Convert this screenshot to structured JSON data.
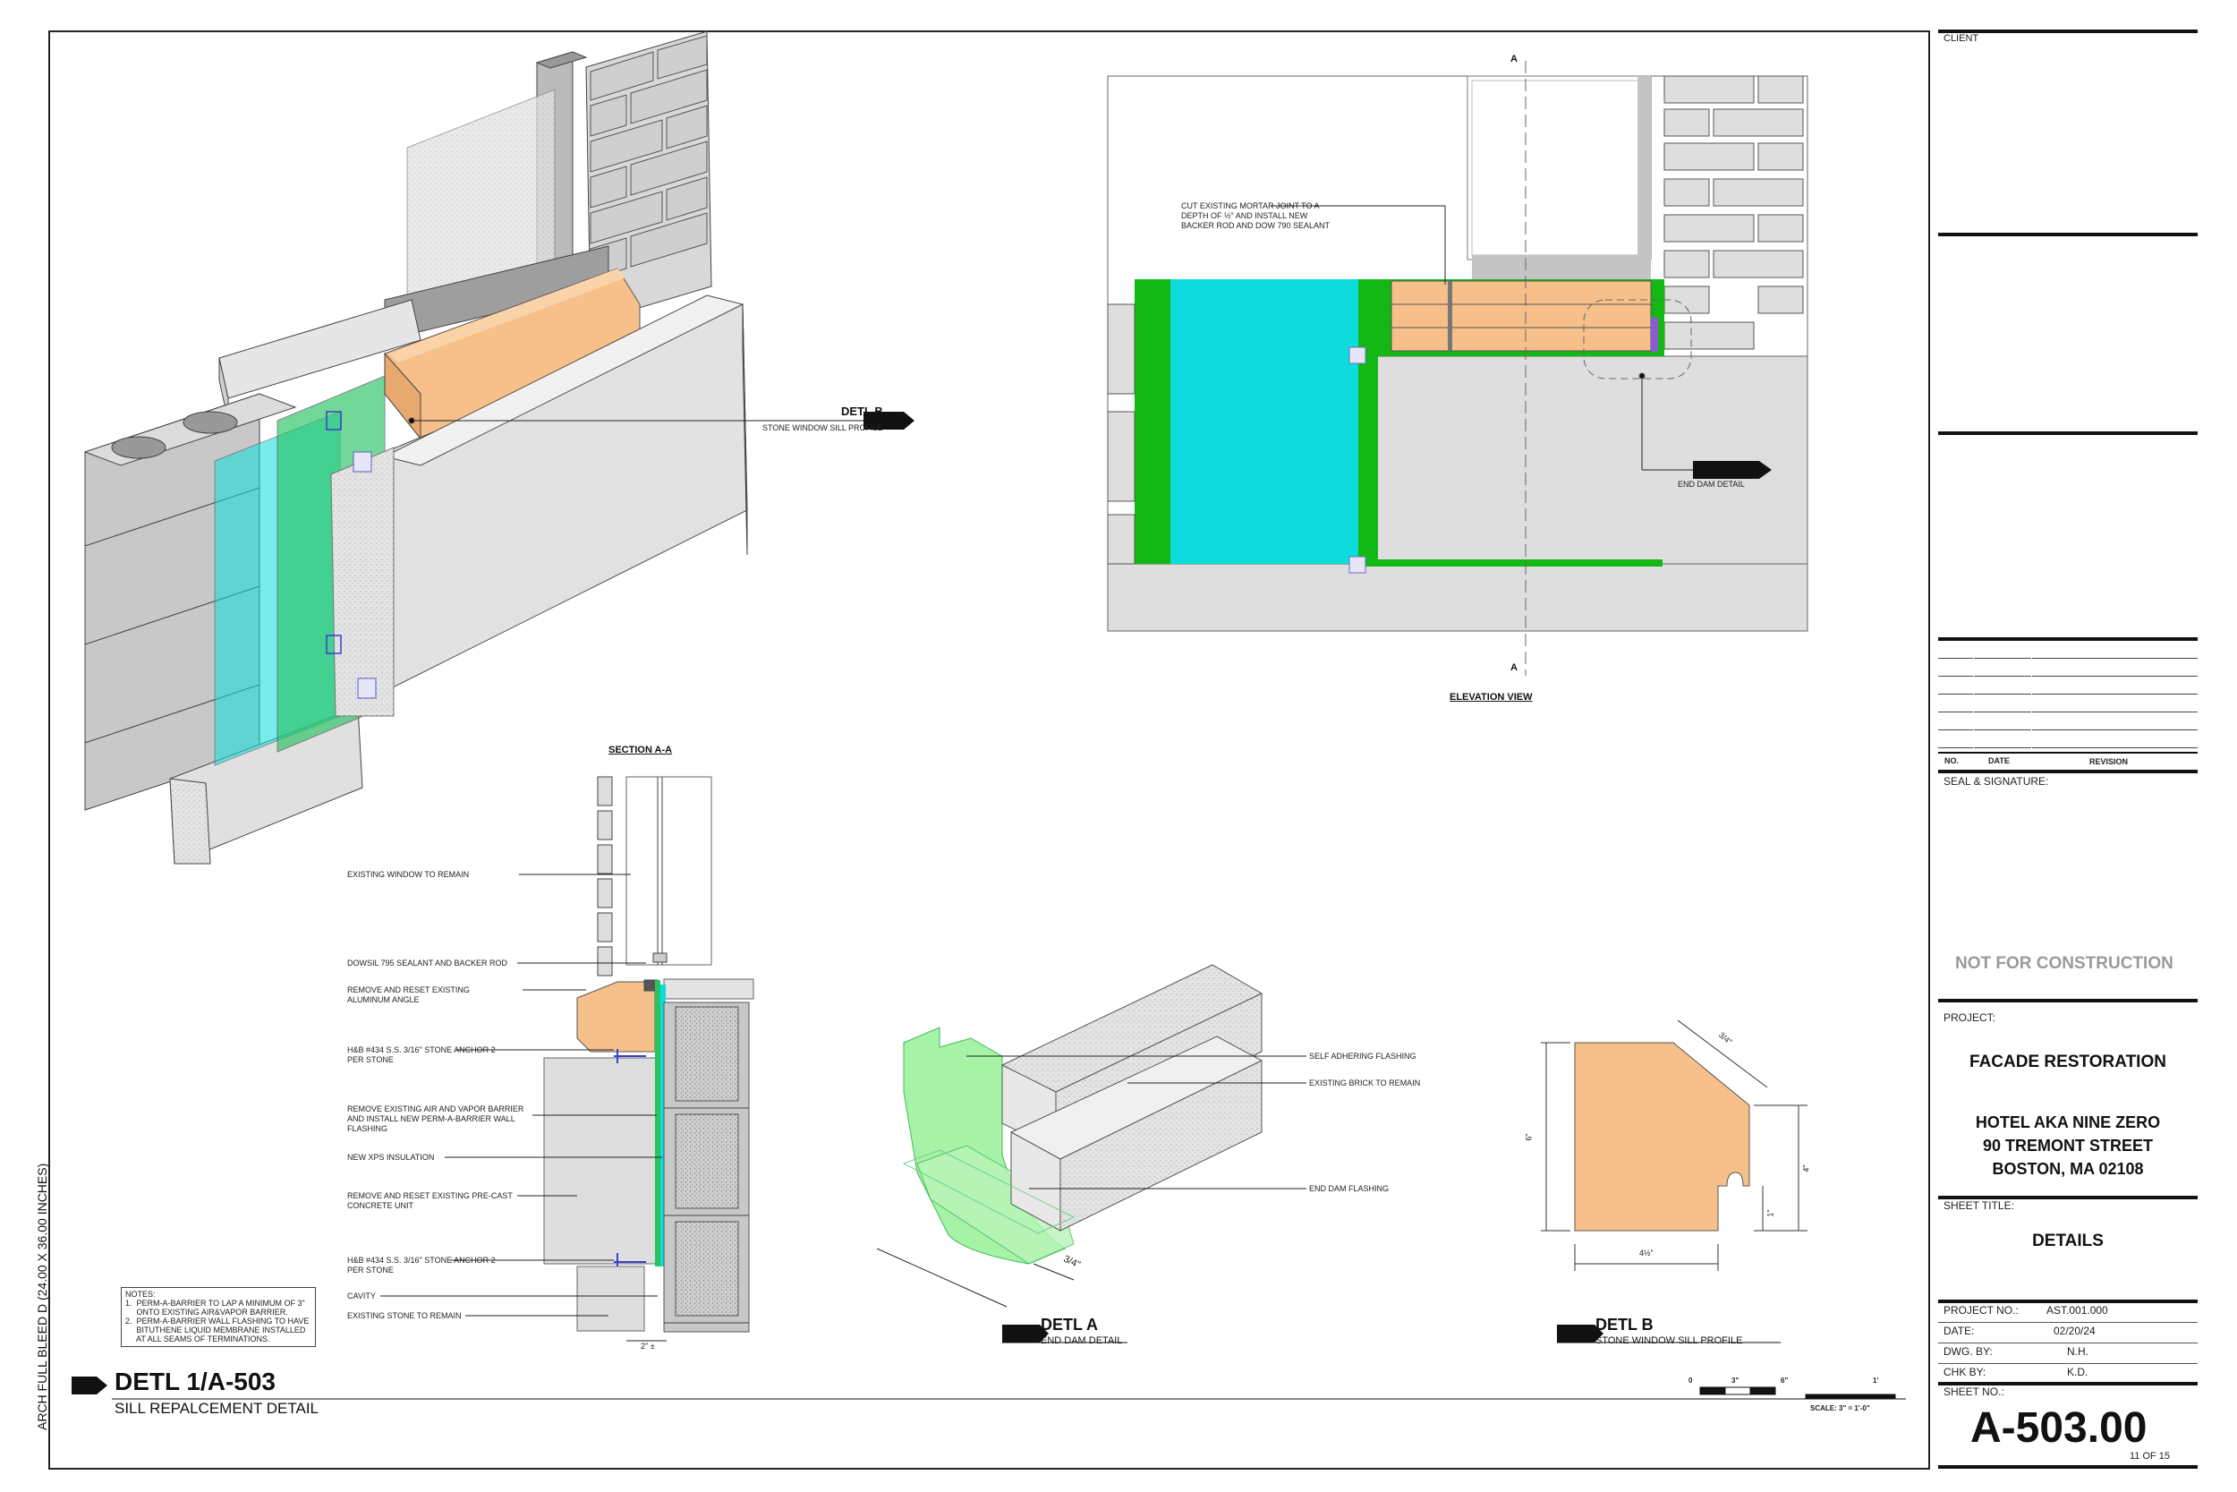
{
  "drawing": {
    "iso_callout": {
      "tag": "DETL B",
      "desc": "STONE WINDOW SILL PROFILE"
    },
    "elevation": {
      "section_marker_top": "A",
      "section_marker_bottom": "A",
      "note_cut_joint": "CUT EXISTING MORTAR JOINT TO A\nDEPTH OF ½\" AND INSTALL NEW\nBACKER ROD AND DOW 790 SEALANT",
      "callout_tag": "DETL A",
      "callout_desc": "END DAM DETAIL",
      "title": "ELEVATION VIEW"
    },
    "section": {
      "title": "SECTION A-A",
      "labels": [
        "EXISTING WINDOW TO REMAIN",
        "DOWSIL 795 SEALANT AND BACKER ROD",
        "REMOVE AND RESET EXISTING\nALUMINUM ANGLE",
        "H&B #434 S.S. 3/16\" STONE ANCHOR 2\nPER STONE",
        "REMOVE EXISTING AIR AND VAPOR BARRIER\nAND INSTALL NEW PERM-A-BARRIER WALL\nFLASHING",
        "NEW XPS INSULATION",
        "REMOVE AND RESET EXISTING PRE-CAST\nCONCRETE UNIT",
        "H&B #434 S.S. 3/16\" STONE ANCHOR 2\nPER STONE",
        "CAVITY",
        "EXISTING STONE TO REMAIN"
      ],
      "dim_bottom": "2\" ±"
    },
    "notes": "NOTES:\n1.  PERM-A-BARRIER TO LAP A MINIMUM OF 3\"\n     ONTO EXISTING AIR&VAPOR BARRIER.\n2.  PERM-A-BARRIER WALL FLASHING TO HAVE\n     BITUTHENE LIQUID MEMBRANE INSTALLED\n     AT ALL SEAMS OF TERMINATIONS.",
    "detail_a": {
      "labels": [
        "SELF ADHERING FLASHING",
        "EXISTING BRICK TO REMAIN",
        "END DAM FLASHING"
      ],
      "dim": "3/4\"",
      "tag": "DETL A",
      "desc": "END DAM DETAIL"
    },
    "detail_b": {
      "dim_top": "3/4\"",
      "dim_left": "6\"",
      "dim_right": "4\"",
      "dim_notch": "1\"",
      "dim_bottom": "4½\"",
      "tag": "DETL B",
      "desc": "STONE WINDOW SILL PROFILE"
    },
    "main_title": {
      "tag": "DETL 1/A-503",
      "desc": "SILL REPALCEMENT DETAIL"
    },
    "scale_bar": {
      "marks": [
        "0",
        "3\"",
        "6\"",
        "1'"
      ],
      "label": "SCALE: 3\" = 1'-0\""
    },
    "side_text": "ARCH FULL BLEED D (24.00 X 36.00 INCHES)"
  },
  "title_block": {
    "client_label": "CLIENT",
    "revision_headers": {
      "no": "NO.",
      "date": "DATE",
      "revision": "REVISION"
    },
    "seal_label": "SEAL & SIGNATURE:",
    "not_for_construction": "NOT FOR CONSTRUCTION",
    "project_label": "PROJECT:",
    "project_name": "FACADE RESTORATION",
    "project_address": "HOTEL AKA NINE ZERO\n90 TREMONT STREET\nBOSTON, MA 02108",
    "sheet_title_label": "SHEET TITLE:",
    "sheet_title": "DETAILS",
    "fields": [
      {
        "label": "PROJECT NO.:",
        "value": "AST.001.000"
      },
      {
        "label": "DATE:",
        "value": "02/20/24"
      },
      {
        "label": "DWG. BY:",
        "value": "N.H."
      },
      {
        "label": "CHK BY:",
        "value": "K.D."
      }
    ],
    "sheet_no_label": "SHEET NO.:",
    "sheet_no": "A-503.00",
    "sheet_count": "11  OF  15"
  },
  "colors": {
    "stone_orange": "#f7c08a",
    "membrane_green": "#27c463",
    "flash_green": "#14b814",
    "insulation_cyan": "#0ddcdc",
    "concrete_gray": "#dedede",
    "block_gray": "#c8c8c8"
  }
}
